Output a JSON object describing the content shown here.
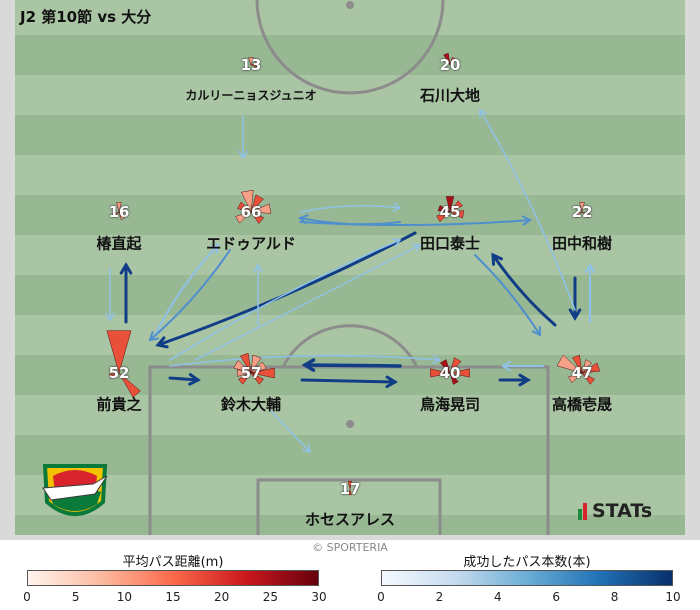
{
  "header": {
    "title": "J2 第10節 vs 大分"
  },
  "credit": "© SPORTERIA",
  "brand": {
    "stats_label": "STATs"
  },
  "colors": {
    "pitch_light": "#a9c5a4",
    "pitch_dark": "#98b893",
    "line": "#8c8c8c",
    "arrow_light": "#8fc2e8",
    "arrow_mid": "#4f8fcd",
    "arrow_dark": "#103d85",
    "wedge_light": "#f6a088",
    "wedge_mid": "#e8503a",
    "wedge_dark": "#a5121a"
  },
  "players": [
    {
      "number": "13",
      "name": "カルリーニョスジュニオ"
    },
    {
      "number": "20",
      "name": "石川大地"
    },
    {
      "number": "16",
      "name": "椿直起"
    },
    {
      "number": "66",
      "name": "エドゥアルド"
    },
    {
      "number": "45",
      "name": "田口泰士"
    },
    {
      "number": "22",
      "name": "田中和樹"
    },
    {
      "number": "52",
      "name": "前貴之"
    },
    {
      "number": "57",
      "name": "鈴木大輔"
    },
    {
      "number": "40",
      "name": "鳥海晃司"
    },
    {
      "number": "47",
      "name": "高橋壱晟"
    },
    {
      "number": "17",
      "name": "ホセスアレス"
    }
  ],
  "legend": {
    "distance": {
      "title": "平均パス距離(m)",
      "ticks": [
        "0",
        "5",
        "10",
        "15",
        "20",
        "25",
        "30"
      ]
    },
    "count": {
      "title": "成功したパス本数(本)",
      "ticks": [
        "0",
        "2",
        "4",
        "6",
        "8",
        "10"
      ]
    }
  }
}
